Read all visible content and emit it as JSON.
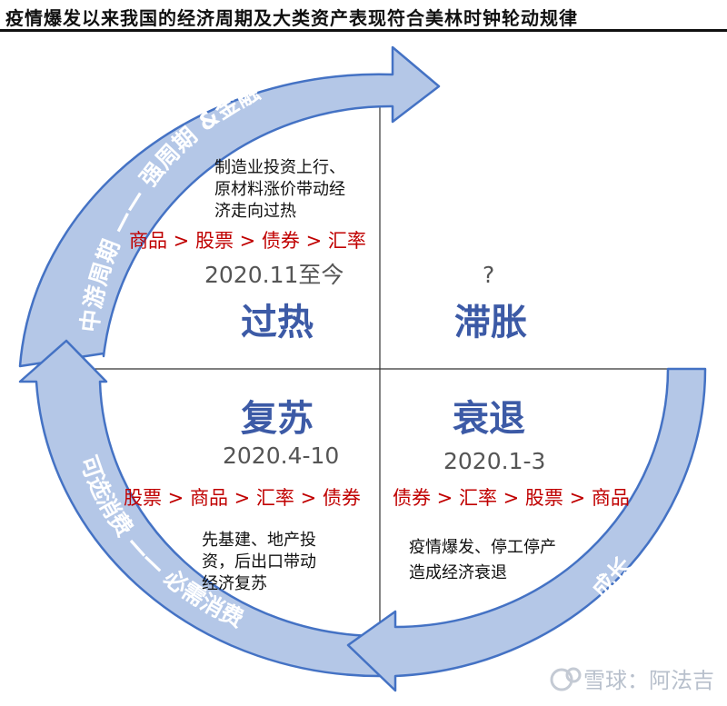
{
  "title": "疫情爆发以来我国的经济周期及大类资产表现符合美林时钟轮动规律",
  "quadrants": {
    "overheat": {
      "name": "过热",
      "date": "2020.11至今",
      "order": "商品 > 股票 > 债券 > 汇率",
      "note": [
        "制造业投资上行、",
        "原材料涨价带动经",
        "济走向过热"
      ]
    },
    "stagflation": {
      "name": "滞胀",
      "date": "?"
    },
    "recovery": {
      "name": "复苏",
      "date": "2020.4-10",
      "order": "股票 > 商品 > 汇率 > 债券",
      "note": [
        "先基建、地产投",
        "资，后出口带动",
        "经济复苏"
      ]
    },
    "recession": {
      "name": "衰退",
      "date": "2020.1-3",
      "order": "债券 > 汇率 > 股票 > 商品",
      "note": [
        "疫情爆发、停工停产",
        "造成经济衰退"
      ]
    }
  },
  "arrows": {
    "top": "中游周期 —— 强周期 &金融",
    "bottom": "可选消费 —— 必需消费",
    "right": "成长"
  },
  "watermark": "雪球：阿法吉",
  "colors": {
    "arrow_fill": "#b4c7e7",
    "arrow_stroke": "#4472c4",
    "name_text": "#3c5aa6",
    "order_text": "#c00000"
  }
}
